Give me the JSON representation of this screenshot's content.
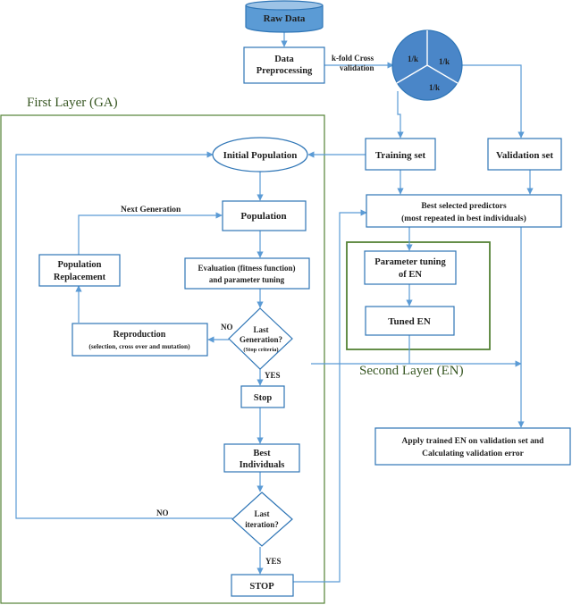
{
  "colors": {
    "line": "#5b9bd5",
    "box_border": "#2e75b6",
    "layer_border": "#548235",
    "layer_title": "#385723",
    "db_fill": "#5b9bd5",
    "pie_fill": "#4a86c8"
  },
  "nodes": {
    "raw_data": "Raw Data",
    "data_preprocessing": [
      "Data",
      "Preprocessing"
    ],
    "kfold_label": [
      "k-fold Cross",
      "validation"
    ],
    "pie_slices": [
      "1/k",
      "1/k",
      "1/k"
    ],
    "training_set": "Training set",
    "validation_set": "Validation set",
    "best_predictors": [
      "Best selected predictors",
      "(most repeated in best individuals)"
    ],
    "initial_population": "Initial Population",
    "population": "Population",
    "next_generation": "Next Generation",
    "population_replacement": [
      "Population",
      "Replacement"
    ],
    "evaluation": [
      "Evaluation (fitness function)",
      "and parameter tuning"
    ],
    "reproduction": [
      "Reproduction",
      "(selection, cross over and mutation)"
    ],
    "last_generation": [
      "Last",
      "Generation?",
      "(Stop criteria)"
    ],
    "no_label_1": "NO",
    "yes_label_1": "YES",
    "stop": "Stop",
    "best_individuals": [
      "Best",
      "Individuals"
    ],
    "last_iteration": [
      "Last",
      "iteration?"
    ],
    "no_label_2": "NO",
    "yes_label_2": "YES",
    "stop_final": "STOP",
    "parameter_tuning_en": [
      "Parameter tuning",
      "of EN"
    ],
    "tuned_en": "Tuned EN",
    "apply_trained": [
      "Apply trained EN on validation set  and",
      "Calculating validation error"
    ]
  },
  "layers": {
    "first": "First Layer (GA)",
    "second": "Second Layer (EN)"
  }
}
